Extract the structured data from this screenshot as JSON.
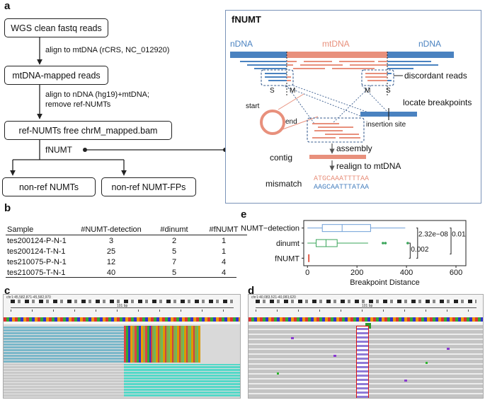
{
  "panels": {
    "a": "a",
    "b": "b",
    "c": "c",
    "d": "d",
    "e": "e"
  },
  "flow": {
    "box1": "WGS  clean fastq reads",
    "step1": "align to mtDNA (rCRS, NC_012920)",
    "box2": "mtDNA-mapped reads",
    "step2_line1": "align to nDNA (hg19)+mtDNA;",
    "step2_line2": "remove ref-NUMTs",
    "box3": "ref-NUMTs free chrM_mapped.bam",
    "tool": "fNUMT",
    "out1": "non-ref NUMTs",
    "out2": "non-ref NUMT-FPs"
  },
  "fnumt": {
    "title": "fNUMT",
    "ndna_left": "nDNA",
    "mtdna": "mtDNA",
    "ndna_right": "nDNA",
    "discordant": "discordant reads",
    "s1": "S",
    "m1": "M",
    "m2": "M",
    "s2": "S",
    "locate": "locate breakpoints",
    "start": "start",
    "end": "end",
    "insertion": "insertion site",
    "assembly": "assembly",
    "contig": "contig",
    "realign": "realign to mtDNA",
    "mismatch": "mismatch",
    "seq_top": "ATGCAAATTTTAA",
    "seq_bottom": "AAGCAATTTATAA",
    "colors": {
      "ndna": "#4a82c0",
      "mtdna": "#e8907c"
    }
  },
  "table": {
    "headers": [
      "Sample",
      "#NUMT-detection",
      "#dinumt",
      "#fNUMT"
    ],
    "rows": [
      [
        "tes200124-P-N-1",
        "3",
        "2",
        "1"
      ],
      [
        "tes200124-T-N-1",
        "25",
        "5",
        "1"
      ],
      [
        "tes210075-P-N-1",
        "12",
        "7",
        "4"
      ],
      [
        "tes210075-T-N-1",
        "40",
        "5",
        "4"
      ]
    ]
  },
  "chart_data": {
    "type": "box",
    "categories": [
      "NUMT−detection",
      "dinumt",
      "fNUMT"
    ],
    "boxes": [
      {
        "min": 0,
        "q1": 60,
        "median": 140,
        "q3": 255,
        "max": 395,
        "outliers": []
      },
      {
        "min": 0,
        "q1": 35,
        "median": 75,
        "q3": 120,
        "max": 245,
        "outliers": [
          305,
          315,
          405
        ]
      },
      {
        "min": 3,
        "q1": 4,
        "median": 5,
        "q3": 6,
        "max": 7,
        "outliers": []
      }
    ],
    "colors": [
      "#6e9fd8",
      "#3aa55a",
      "#e25c4a"
    ],
    "xlabel": "Breakpoint Distance",
    "xticks": [
      0,
      200,
      400,
      600
    ],
    "xlim": [
      -15,
      640
    ],
    "pvalues": [
      "2.32e−08",
      "0.01",
      "0.002"
    ]
  },
  "igv_c": {
    "locus": "chr1:45,582,871-45,582,970",
    "span": "101 bp"
  },
  "igv_d": {
    "locus": "chr1:40,083,521-40,083,620",
    "span": "101 bp"
  }
}
